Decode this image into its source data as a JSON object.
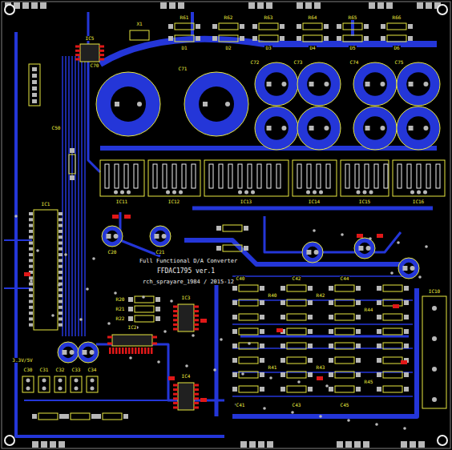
{
  "diagram": {
    "labels": [
      "Full Functional D/A Converter",
      "FFDAC1795 ver.1",
      "rch_sprayare_1984 / 2015-12",
      "IC1",
      "IC2",
      "IC3",
      "IC4",
      "IC5",
      "C70",
      "C71",
      "C72",
      "C73",
      "C74",
      "C75",
      "R61",
      "R62",
      "R63",
      "R64",
      "R65",
      "R66",
      "D1",
      "D2",
      "D3",
      "D4",
      "D5",
      "D6",
      "IC11",
      "IC12",
      "IC13",
      "IC14",
      "IC15",
      "IC16",
      "C20",
      "C21",
      "C30",
      "C31",
      "C32",
      "C33",
      "C34",
      "R20",
      "R21",
      "R22",
      "C40",
      "C41",
      "C42",
      "C43",
      "C44",
      "C45",
      "R40",
      "R41",
      "R42",
      "R43",
      "R44",
      "R45",
      "3.3V/5V",
      "IC10",
      "C50",
      "X1"
    ]
  }
}
